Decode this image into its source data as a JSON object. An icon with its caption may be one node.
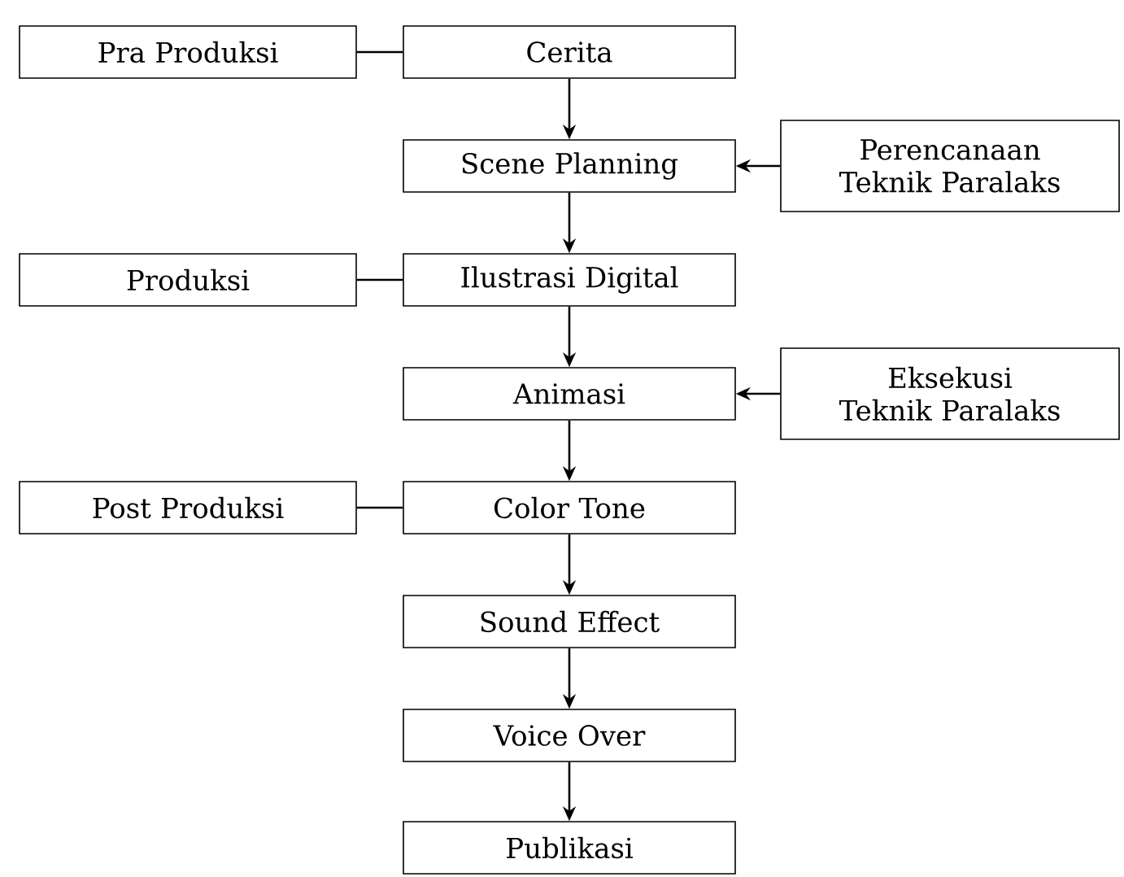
{
  "diagram": {
    "nodes": [
      {
        "text": [
          "Pra Produksi"
        ]
      },
      {
        "text": [
          "Cerita"
        ]
      },
      {
        "text": [
          "Scene Planning"
        ]
      },
      {
        "text": [
          "Perencanaan Teknik Paralaks"
        ]
      },
      {
        "text": [
          "Produksi"
        ]
      },
      {
        "text": [
          "Ilustrasi Digital"
        ]
      },
      {
        "text": [
          "Animasi"
        ]
      },
      {
        "text": [
          "Eksekusi Teknik Paralaks"
        ]
      },
      {
        "text": [
          "Post Produksi"
        ]
      },
      {
        "text": [
          "Color Tone"
        ]
      },
      {
        "text": [
          "Sound Effect"
        ]
      },
      {
        "text": [
          "Voice Over"
        ]
      },
      {
        "text": [
          "Publikasi"
        ]
      }
    ],
    "edges": [
      {
        "from": 0,
        "to": 1,
        "arrow": "none"
      },
      {
        "from": 1,
        "to": 2,
        "arrow": "to"
      },
      {
        "from": 3,
        "to": 2,
        "arrow": "to"
      },
      {
        "from": 2,
        "to": 5,
        "arrow": "to"
      },
      {
        "from": 4,
        "to": 5,
        "arrow": "none"
      },
      {
        "from": 5,
        "to": 6,
        "arrow": "to"
      },
      {
        "from": 7,
        "to": 6,
        "arrow": "to"
      },
      {
        "from": 6,
        "to": 9,
        "arrow": "to"
      },
      {
        "from": 8,
        "to": 9,
        "arrow": "none"
      },
      {
        "from": 9,
        "to": 10,
        "arrow": "to"
      },
      {
        "from": 10,
        "to": 11,
        "arrow": "to"
      },
      {
        "from": 11,
        "to": 12,
        "arrow": "to"
      }
    ]
  }
}
